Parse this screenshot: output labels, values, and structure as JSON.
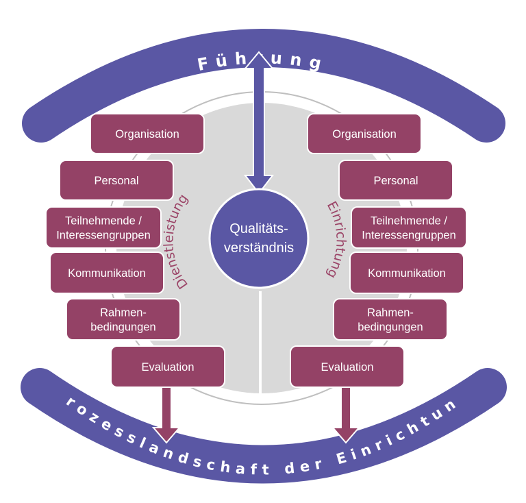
{
  "top_label": "Führung",
  "bottom_label": "Prozesslandschaft der Einrichtung",
  "center": {
    "line1": "Qualitäts-",
    "line2": "verständnis"
  },
  "left_side_label": "Dienstleistung",
  "right_side_label": "Einrichtung",
  "left_boxes": [
    {
      "lines": [
        "Organisation"
      ]
    },
    {
      "lines": [
        "Personal"
      ]
    },
    {
      "lines": [
        "Teilnehmende /",
        "Interessengruppen"
      ]
    },
    {
      "lines": [
        "Kommunikation"
      ]
    },
    {
      "lines": [
        "Rahmen-",
        "bedingungen"
      ]
    },
    {
      "lines": [
        "Evaluation"
      ]
    }
  ],
  "right_boxes": [
    {
      "lines": [
        "Organisation"
      ]
    },
    {
      "lines": [
        "Personal"
      ]
    },
    {
      "lines": [
        "Teilnehmende /",
        "Interessengruppen"
      ]
    },
    {
      "lines": [
        "Kommunikation"
      ]
    },
    {
      "lines": [
        "Rahmen-",
        "bedingungen"
      ]
    },
    {
      "lines": [
        "Evaluation"
      ]
    }
  ],
  "colors": {
    "arc": "#5a57a4",
    "box": "#944266",
    "box_border": "#ffffff",
    "circle_fill": "#d9d9d9",
    "circle_ring": "#bfbfbf",
    "center": "#5a57a4",
    "side_label": "#9b4467"
  }
}
